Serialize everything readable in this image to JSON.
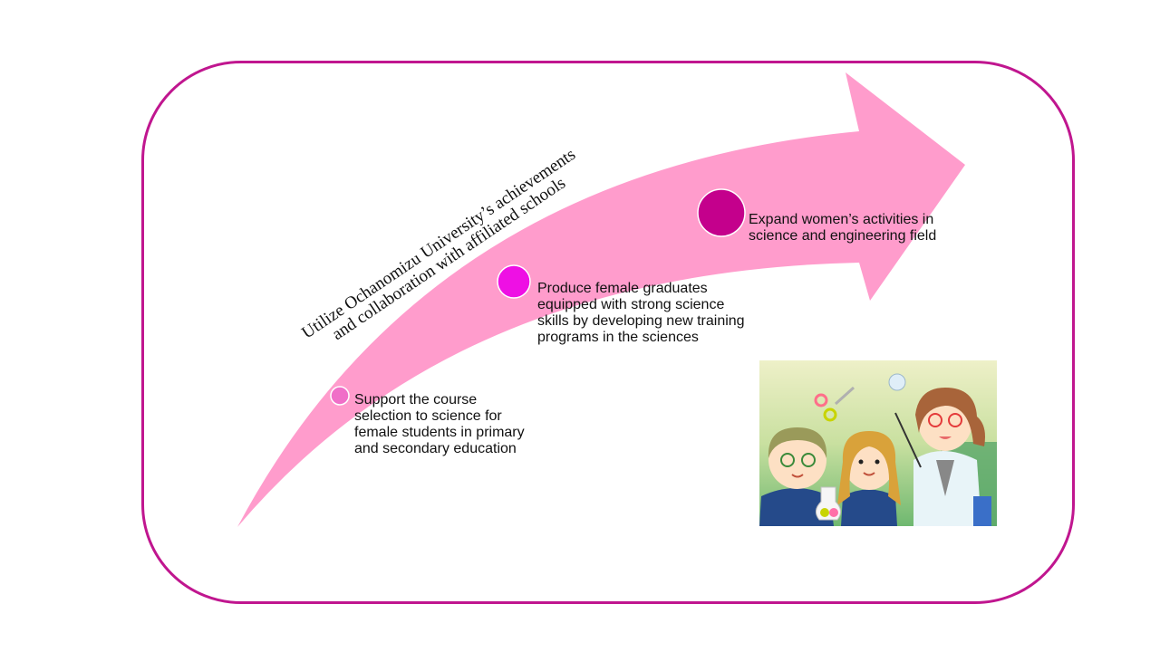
{
  "headline": "Utilize Ochanomizu University’s achievements and collaboration with affiliated schools",
  "steps": [
    {
      "text": "Support the course selection to science for female students in primary and secondary education",
      "color": "#f06fc8"
    },
    {
      "text": "Produce female graduates equipped with strong science skills by developing new training programs in the sciences",
      "color": "#ee10e4"
    },
    {
      "text": "Expand women’s activities in science and engineering field",
      "color": "#c4008c"
    }
  ],
  "colors": {
    "frame": "#c0168f",
    "arrow": "#ff9ccc"
  },
  "illustration": {
    "icon": "teacher-and-students-illustration"
  }
}
